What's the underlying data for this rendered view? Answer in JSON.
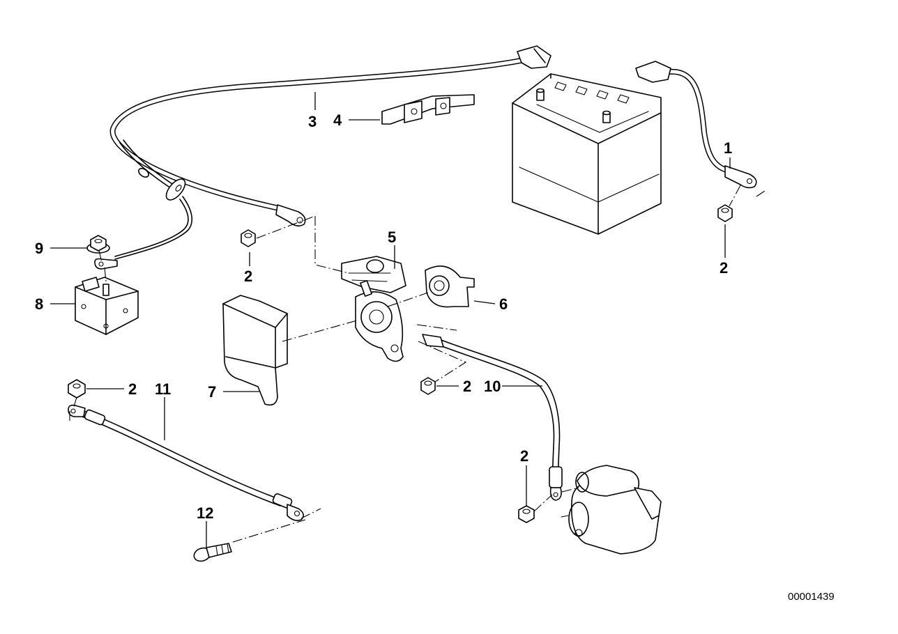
{
  "diagram": {
    "reference_code": "00001439",
    "callouts": [
      {
        "id": "c1",
        "label": "1"
      },
      {
        "id": "c2a",
        "label": "2"
      },
      {
        "id": "c2b",
        "label": "2"
      },
      {
        "id": "c2c",
        "label": "2"
      },
      {
        "id": "c2d",
        "label": "2"
      },
      {
        "id": "c2e",
        "label": "2"
      },
      {
        "id": "c3",
        "label": "3"
      },
      {
        "id": "c4",
        "label": "4"
      },
      {
        "id": "c5",
        "label": "5"
      },
      {
        "id": "c6",
        "label": "6"
      },
      {
        "id": "c7",
        "label": "7"
      },
      {
        "id": "c8",
        "label": "8"
      },
      {
        "id": "c9",
        "label": "9"
      },
      {
        "id": "c10",
        "label": "10"
      },
      {
        "id": "c11",
        "label": "11"
      },
      {
        "id": "c12",
        "label": "12"
      }
    ]
  }
}
